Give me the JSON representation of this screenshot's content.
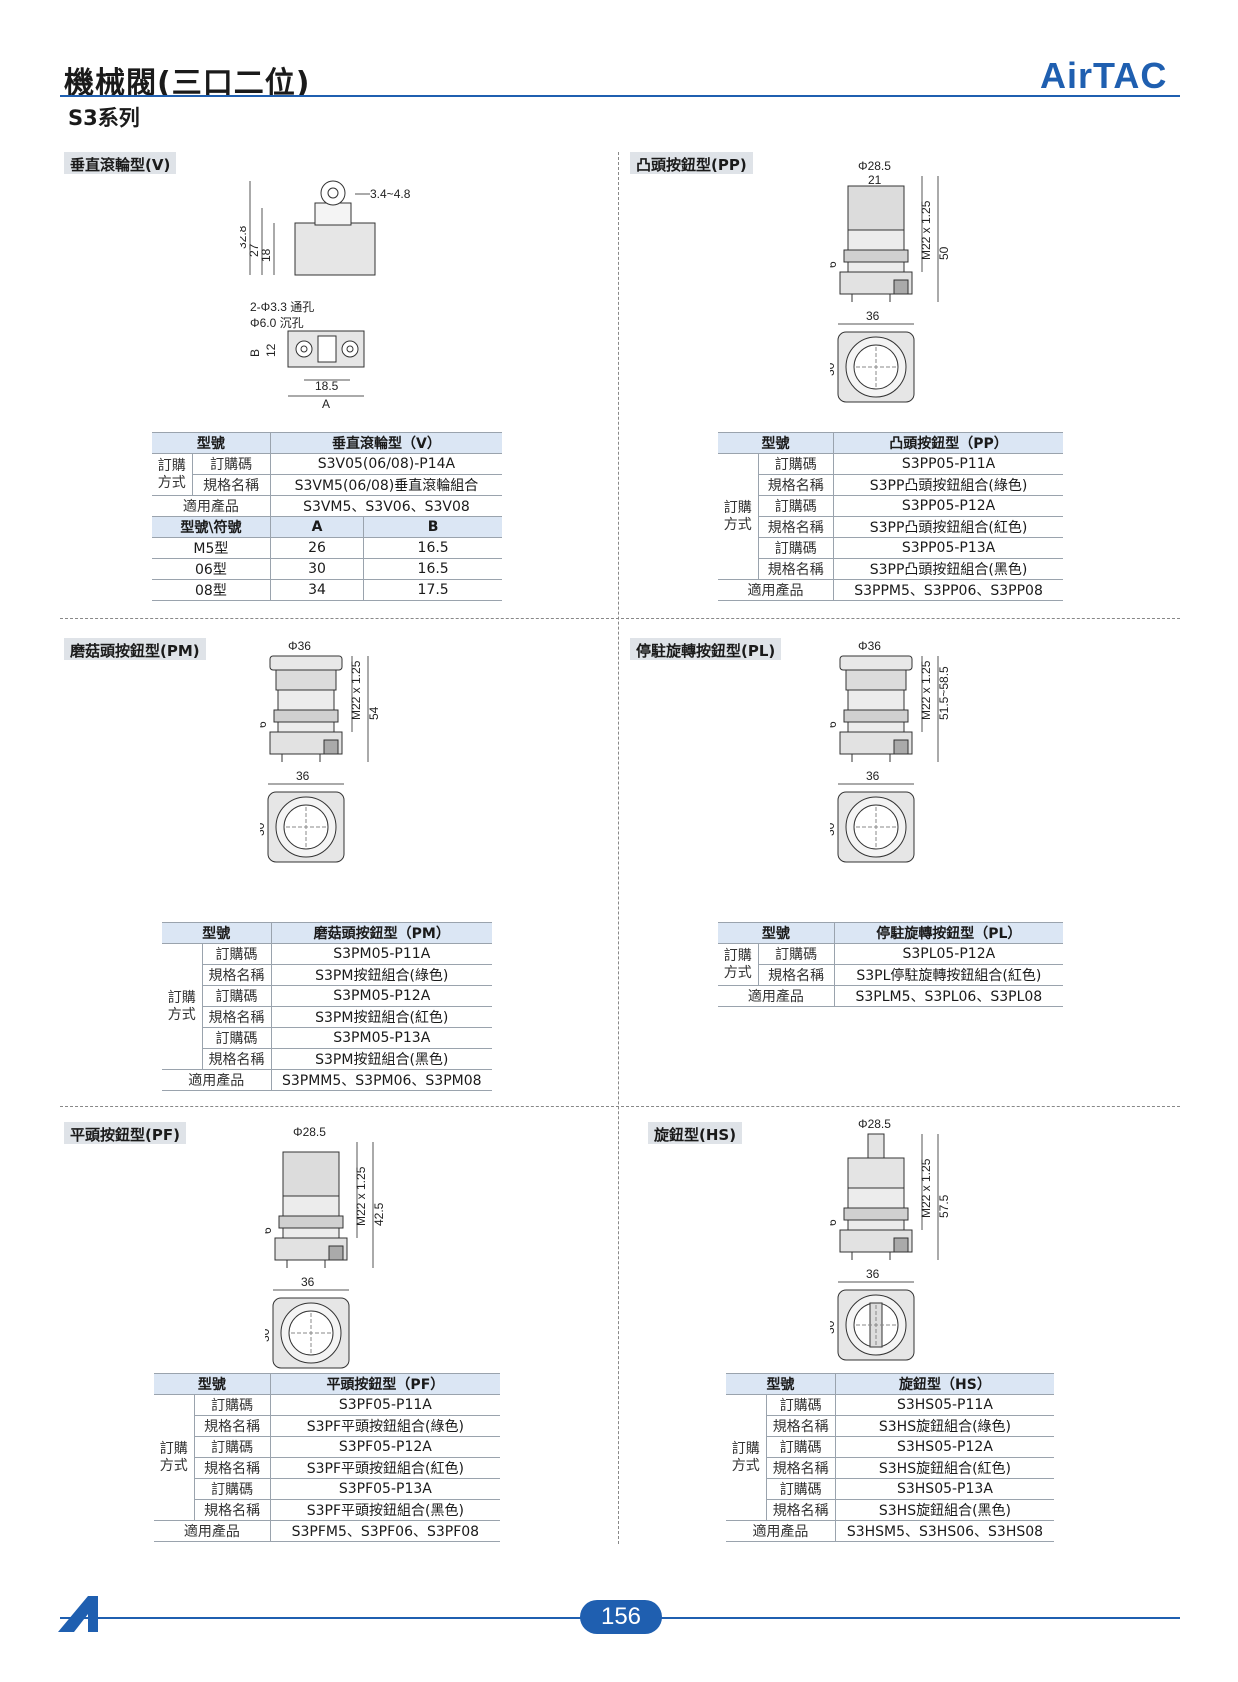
{
  "header": {
    "title": "機械閥(三口二位)",
    "series": "S3系列",
    "logo_text": "AirTAC",
    "brand_color": "#1f5fb0"
  },
  "footer": {
    "page_number": "156"
  },
  "sections": {
    "v": {
      "label": "垂直滾輪型(V)",
      "dims": {
        "d1": "32.8",
        "d2": "27",
        "d3": "18",
        "d4": "3.4~4.8",
        "hole1": "2-Φ3.3 通孔",
        "hole2": "Φ6.0 沉孔",
        "b": "B",
        "d5": "12",
        "d6": "18.5",
        "a": "A"
      },
      "table": {
        "col1": "型號",
        "col2": "垂直滾輪型（V）",
        "group": "訂購方式",
        "rows": [
          {
            "label": "訂購碼",
            "value": "S3V05(06/08)-P14A"
          },
          {
            "label": "規格名稱",
            "value": "S3VM5(06/08)垂直滾輪組合"
          }
        ],
        "apply_label": "適用產品",
        "apply_value": "S3VM5、S3V06、S3V08",
        "sub_header": [
          "型號\\符號",
          "A",
          "B"
        ],
        "sizes": [
          {
            "model": "M5型",
            "a": "26",
            "b": "16.5"
          },
          {
            "model": "06型",
            "a": "30",
            "b": "16.5"
          },
          {
            "model": "08型",
            "a": "34",
            "b": "17.5"
          }
        ]
      }
    },
    "pp": {
      "label": "凸頭按鈕型(PP)",
      "dims": {
        "d1": "Φ28.5",
        "d2": "21",
        "d3": "M22 x 1.25",
        "d4": "50",
        "d5": "6",
        "d6": "36",
        "d7": "30"
      },
      "table": {
        "col1": "型號",
        "col2": "凸頭按鈕型（PP）",
        "group": "訂購方式",
        "rows": [
          {
            "label": "訂購碼",
            "value": "S3PP05-P11A"
          },
          {
            "label": "規格名稱",
            "value": "S3PP凸頭按鈕組合(綠色)"
          },
          {
            "label": "訂購碼",
            "value": "S3PP05-P12A"
          },
          {
            "label": "規格名稱",
            "value": "S3PP凸頭按鈕組合(紅色)"
          },
          {
            "label": "訂購碼",
            "value": "S3PP05-P13A"
          },
          {
            "label": "規格名稱",
            "value": "S3PP凸頭按鈕組合(黑色)"
          }
        ],
        "apply_label": "適用產品",
        "apply_value": "S3PPM5、S3PP06、S3PP08"
      }
    },
    "pm": {
      "label": "磨菇頭按鈕型(PM)",
      "dims": {
        "d1": "Φ36",
        "d3": "M22 x 1.25",
        "d4": "54",
        "d5": "6",
        "d6": "36",
        "d7": "30"
      },
      "table": {
        "col1": "型號",
        "col2": "磨菇頭按鈕型（PM）",
        "group": "訂購方式",
        "rows": [
          {
            "label": "訂購碼",
            "value": "S3PM05-P11A"
          },
          {
            "label": "規格名稱",
            "value": "S3PM按鈕組合(綠色)"
          },
          {
            "label": "訂購碼",
            "value": "S3PM05-P12A"
          },
          {
            "label": "規格名稱",
            "value": "S3PM按鈕組合(紅色)"
          },
          {
            "label": "訂購碼",
            "value": "S3PM05-P13A"
          },
          {
            "label": "規格名稱",
            "value": "S3PM按鈕組合(黑色)"
          }
        ],
        "apply_label": "適用產品",
        "apply_value": "S3PMM5、S3PM06、S3PM08"
      }
    },
    "pl": {
      "label": "停駐旋轉按鈕型(PL)",
      "dims": {
        "d1": "Φ36",
        "d3": "M22 x 1.25",
        "d4": "51.5~58.5",
        "d5": "6",
        "d6": "36",
        "d7": "30"
      },
      "table": {
        "col1": "型號",
        "col2": "停駐旋轉按鈕型（PL）",
        "group": "訂購方式",
        "rows": [
          {
            "label": "訂購碼",
            "value": "S3PL05-P12A"
          },
          {
            "label": "規格名稱",
            "value": "S3PL停駐旋轉按鈕組合(紅色)"
          }
        ],
        "apply_label": "適用產品",
        "apply_value": "S3PLM5、S3PL06、S3PL08"
      }
    },
    "pf": {
      "label": "平頭按鈕型(PF)",
      "dims": {
        "d1": "Φ28.5",
        "d3": "M22 x 1.25",
        "d4": "42.5",
        "d5": "6",
        "d6": "36",
        "d7": "30"
      },
      "table": {
        "col1": "型號",
        "col2": "平頭按鈕型（PF）",
        "group": "訂購方式",
        "rows": [
          {
            "label": "訂購碼",
            "value": "S3PF05-P11A"
          },
          {
            "label": "規格名稱",
            "value": "S3PF平頭按鈕組合(綠色)"
          },
          {
            "label": "訂購碼",
            "value": "S3PF05-P12A"
          },
          {
            "label": "規格名稱",
            "value": "S3PF平頭按鈕組合(紅色)"
          },
          {
            "label": "訂購碼",
            "value": "S3PF05-P13A"
          },
          {
            "label": "規格名稱",
            "value": "S3PF平頭按鈕組合(黑色)"
          }
        ],
        "apply_label": "適用產品",
        "apply_value": "S3PFM5、S3PF06、S3PF08"
      }
    },
    "hs": {
      "label": "旋鈕型(HS)",
      "dims": {
        "d1": "Φ28.5",
        "d3": "M22 x 1.25",
        "d4": "57.5",
        "d5": "6",
        "d6": "36",
        "d7": "30"
      },
      "table": {
        "col1": "型號",
        "col2": "旋鈕型（HS）",
        "group": "訂購方式",
        "rows": [
          {
            "label": "訂購碼",
            "value": "S3HS05-P11A"
          },
          {
            "label": "規格名稱",
            "value": "S3HS旋鈕組合(綠色)"
          },
          {
            "label": "訂購碼",
            "value": "S3HS05-P12A"
          },
          {
            "label": "規格名稱",
            "value": "S3HS旋鈕組合(紅色)"
          },
          {
            "label": "訂購碼",
            "value": "S3HS05-P13A"
          },
          {
            "label": "規格名稱",
            "value": "S3HS旋鈕組合(黑色)"
          }
        ],
        "apply_label": "適用產品",
        "apply_value": "S3HSM5、S3HS06、S3HS08"
      }
    }
  }
}
